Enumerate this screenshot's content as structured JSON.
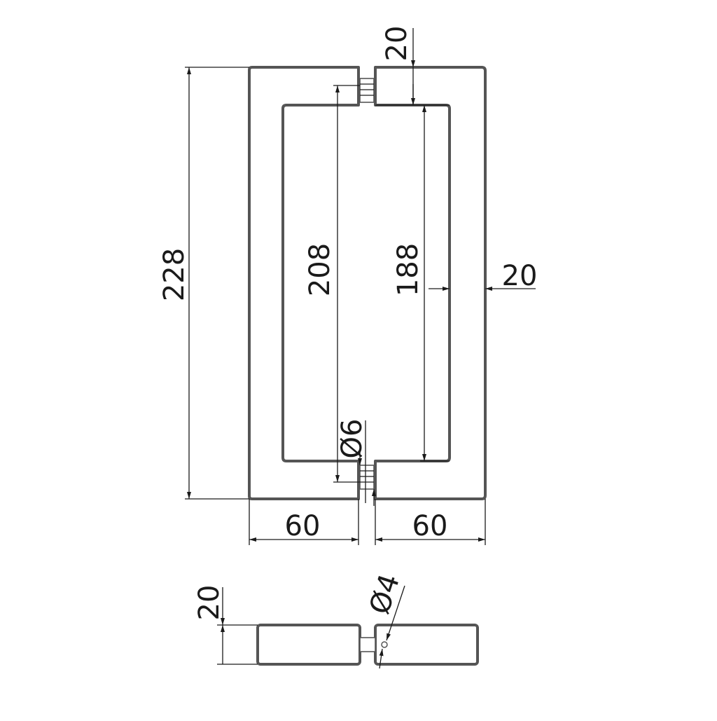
{
  "drawing": {
    "front_view": {
      "overall_height_label": "228",
      "outer_pin_spacing_label": "208",
      "inner_clearance_label": "188",
      "bar_width_label": "20",
      "bar_depth_top_label": "20",
      "left_projection_label": "60",
      "right_projection_label": "60",
      "pin_diameter_label": "Ø6"
    },
    "bottom_view": {
      "thickness_label": "20",
      "hole_diameter_label": "Ø4"
    }
  },
  "colors": {
    "outline": "#555555",
    "dimension": "#1a1a1a"
  }
}
